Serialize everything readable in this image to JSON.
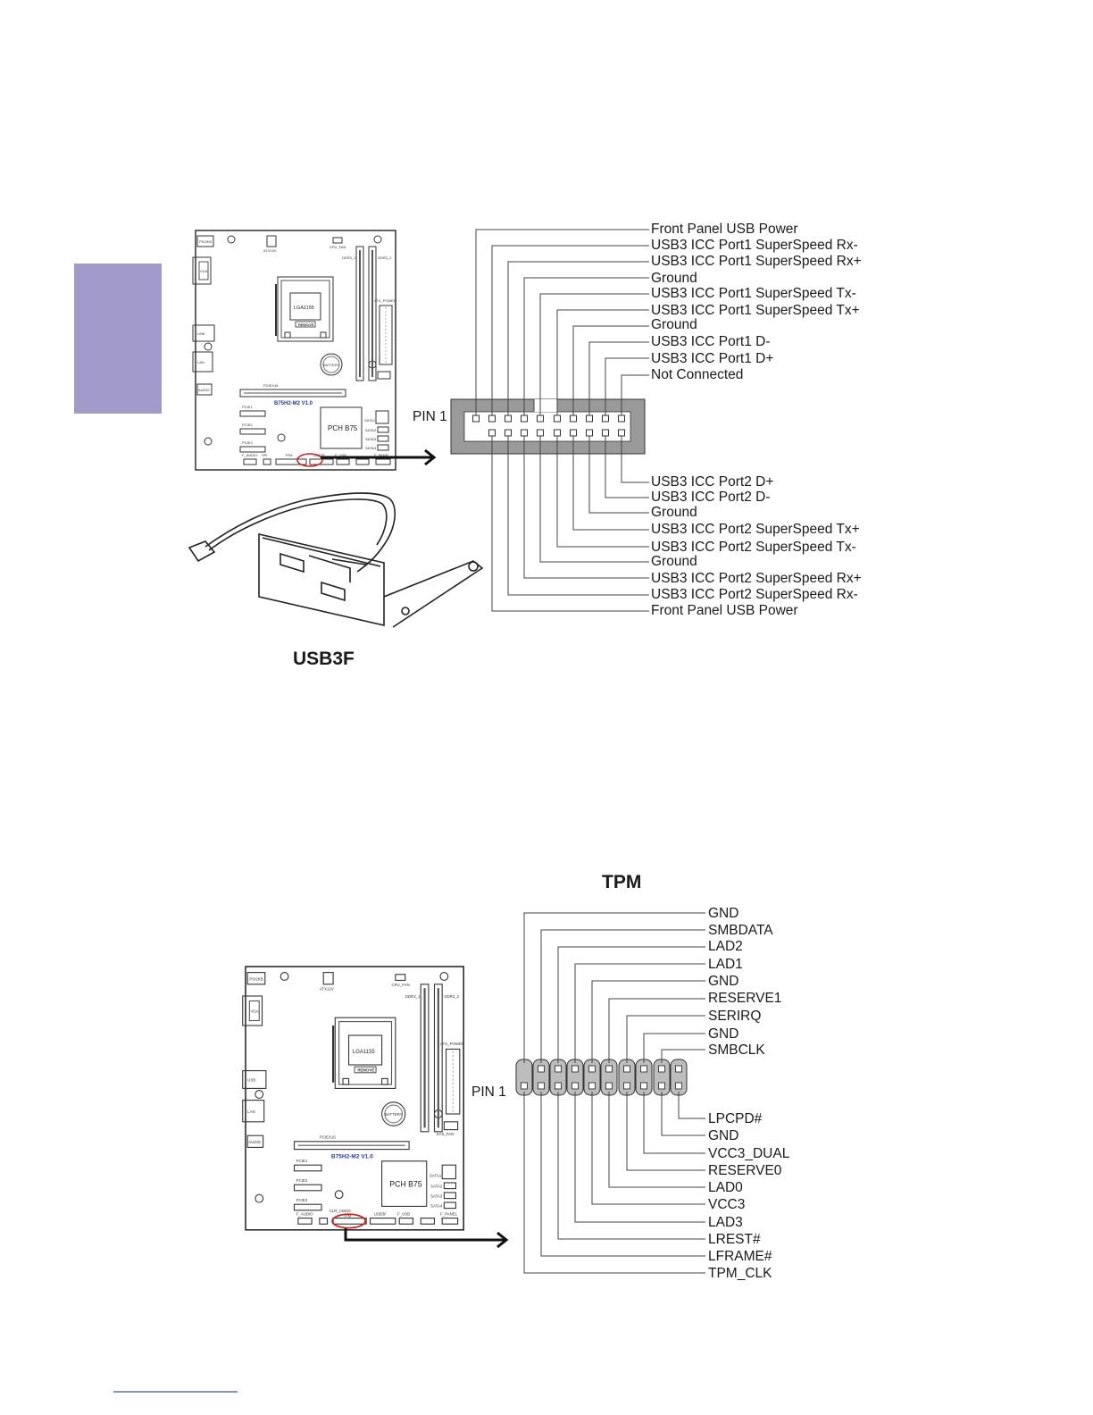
{
  "colors": {
    "side_tab": "#a29bca",
    "ink": "#1a1a1a",
    "highlight": "#cc2222"
  },
  "usb3f": {
    "title": "USB3F",
    "pin1_label": "PIN 1",
    "top_labels": [
      "Front Panel USB Power",
      "USB3 ICC Port1 SuperSpeed Rx-",
      "USB3 ICC Port1 SuperSpeed Rx+",
      "Ground",
      "USB3 ICC Port1 SuperSpeed Tx-",
      "USB3 ICC Port1 SuperSpeed Tx+",
      "Ground",
      "USB3 ICC Port1 D-",
      "USB3 ICC Port1 D+",
      "Not Connected"
    ],
    "bottom_labels": [
      "USB3 ICC Port2 D+",
      "USB3 ICC Port2 D-",
      "Ground",
      "USB3 ICC Port2 SuperSpeed Tx+",
      "USB3 ICC Port2 SuperSpeed Tx-",
      "Ground",
      "USB3 ICC Port2 SuperSpeed Rx+",
      "USB3 ICC Port2 SuperSpeed Rx-",
      "Front Panel USB Power"
    ]
  },
  "tpm": {
    "title": "TPM",
    "pin1_label": "PIN 1",
    "top_labels": [
      "GND",
      "SMBDATA",
      "LAD2",
      "LAD1",
      "GND",
      "RESERVE1",
      "SERIRQ",
      "GND",
      "SMBCLK"
    ],
    "bottom_labels": [
      "LPCPD#",
      "GND",
      "VCC3_DUAL",
      "RESERVE0",
      "LAD0",
      "VCC3",
      "LAD3",
      "LREST#",
      "LFRAME#",
      "TPM_CLK"
    ]
  },
  "motherboard": {
    "model": "B75H2-M2 V1.0",
    "cpu_socket": "LGA1155",
    "cpu_remove": "REMOVE",
    "chipset": "PCH B75",
    "battery": "BATTERY",
    "ddr_1": "DDR3_1",
    "ddr_2": "DDR3_2",
    "atx_power": "ATX_POWER",
    "pcie_x16": "PCIEX16",
    "pcie_1": "PCIE1",
    "pcie_2": "PCIE2",
    "pcie_3": "PCIE3",
    "ps2": "PS/2KB",
    "vga": "VGA",
    "usb": "USB",
    "lan": "LAN",
    "audio": "AUDIO",
    "sata_1": "SATA1",
    "sata_2": "SATA2",
    "sata_3": "SATA3",
    "sata_4": "SATA4",
    "f_audio": "F_AUDIO",
    "tpm_header": "TPM",
    "usb3f_header": "USB3F",
    "f_usb": "F_USB",
    "f_panel": "F_PANEL",
    "spi": "SPI",
    "clr_cmos": "CLR_CMOS",
    "sys_fan": "SYS_FAN",
    "cpu_fan": "CPU_FAN",
    "atx12v": "ATX12V"
  }
}
